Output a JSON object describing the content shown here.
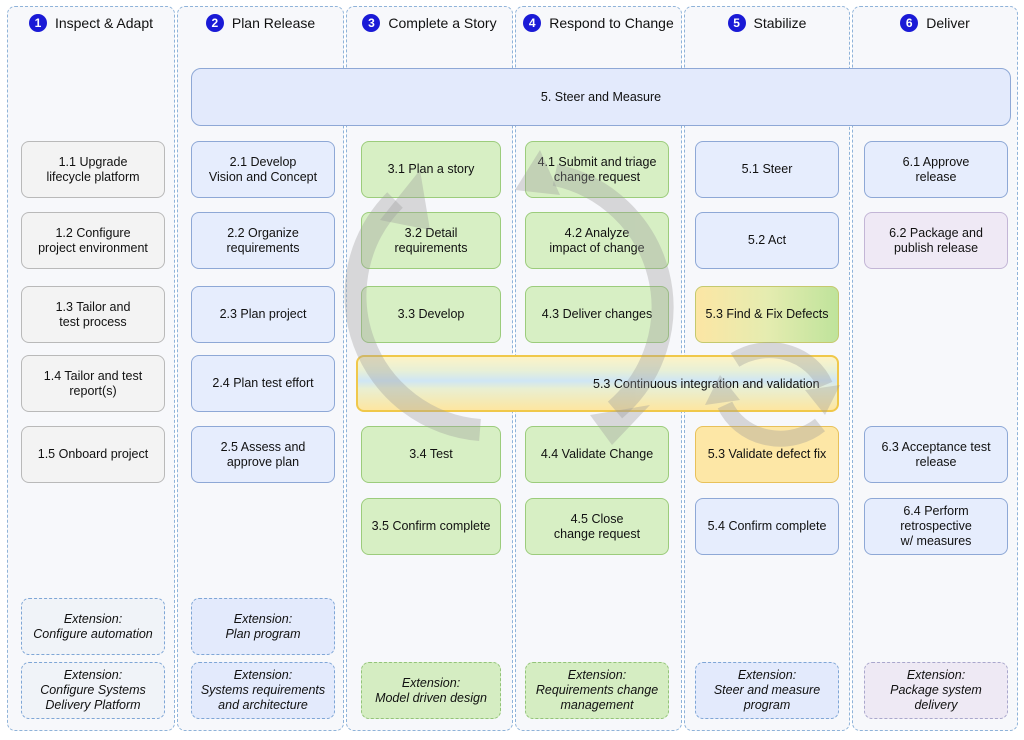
{
  "lanes": [
    {
      "num": "1",
      "title": "Inspect & Adapt"
    },
    {
      "num": "2",
      "title": "Plan Release"
    },
    {
      "num": "3",
      "title": "Complete a Story"
    },
    {
      "num": "4",
      "title": "Respond to Change"
    },
    {
      "num": "5",
      "title": "Stabilize"
    },
    {
      "num": "6",
      "title": "Deliver"
    }
  ],
  "banner": "5. Steer and Measure",
  "ci": "5.3  Continuous integration and validation",
  "lane1": {
    "b1": "1.1  Upgrade\nlifecycle platform",
    "b2": "1.2  Configure\nproject environment",
    "b3": "1.3 Tailor and\ntest process",
    "b4": "1.4  Tailor and test\nreport(s)",
    "b5": "1.5  Onboard project",
    "e1": "Extension:\nConfigure automation",
    "e2": "Extension:\nConfigure Systems\nDelivery Platform"
  },
  "lane2": {
    "b1": "2.1  Develop\nVision and Concept",
    "b2": "2.2 Organize\nrequirements",
    "b3": "2.3  Plan project",
    "b4": "2.4 Plan test effort",
    "b5": "2.5  Assess and\napprove plan",
    "e1": "Extension:\nPlan program",
    "e2": "Extension:\nSystems requirements\nand architecture"
  },
  "lane3": {
    "b1": "3.1  Plan a story",
    "b2": "3.2  Detail\nrequirements",
    "b3": "3.3  Develop",
    "b4": "3.4  Test",
    "b5": "3.5  Confirm complete",
    "e1": "Extension:\nModel driven design"
  },
  "lane4": {
    "b1": "4.1  Submit and triage\nchange request",
    "b2": "4.2  Analyze\nimpact of change",
    "b3": "4.3  Deliver changes",
    "b4": "4.4  Validate Change",
    "b5": "4.5  Close\nchange request",
    "e1": "Extension:\nRequirements change\nmanagement"
  },
  "lane5": {
    "b1": "5.1  Steer",
    "b2": "5.2  Act",
    "b3": "5.3  Find & Fix Defects",
    "b4": "5.3  Validate defect fix",
    "b5": "5.4  Confirm complete",
    "e1": "Extension:\nSteer and measure\nprogram"
  },
  "lane6": {
    "b1": "6.1  Approve\nrelease",
    "b2": "6.2  Package and\npublish  release",
    "b3": "6.3  Acceptance test\nrelease",
    "b4": "6.4  Perform\nretrospective\nw/ measures",
    "e1": "Extension:\nPackage system\ndelivery"
  }
}
